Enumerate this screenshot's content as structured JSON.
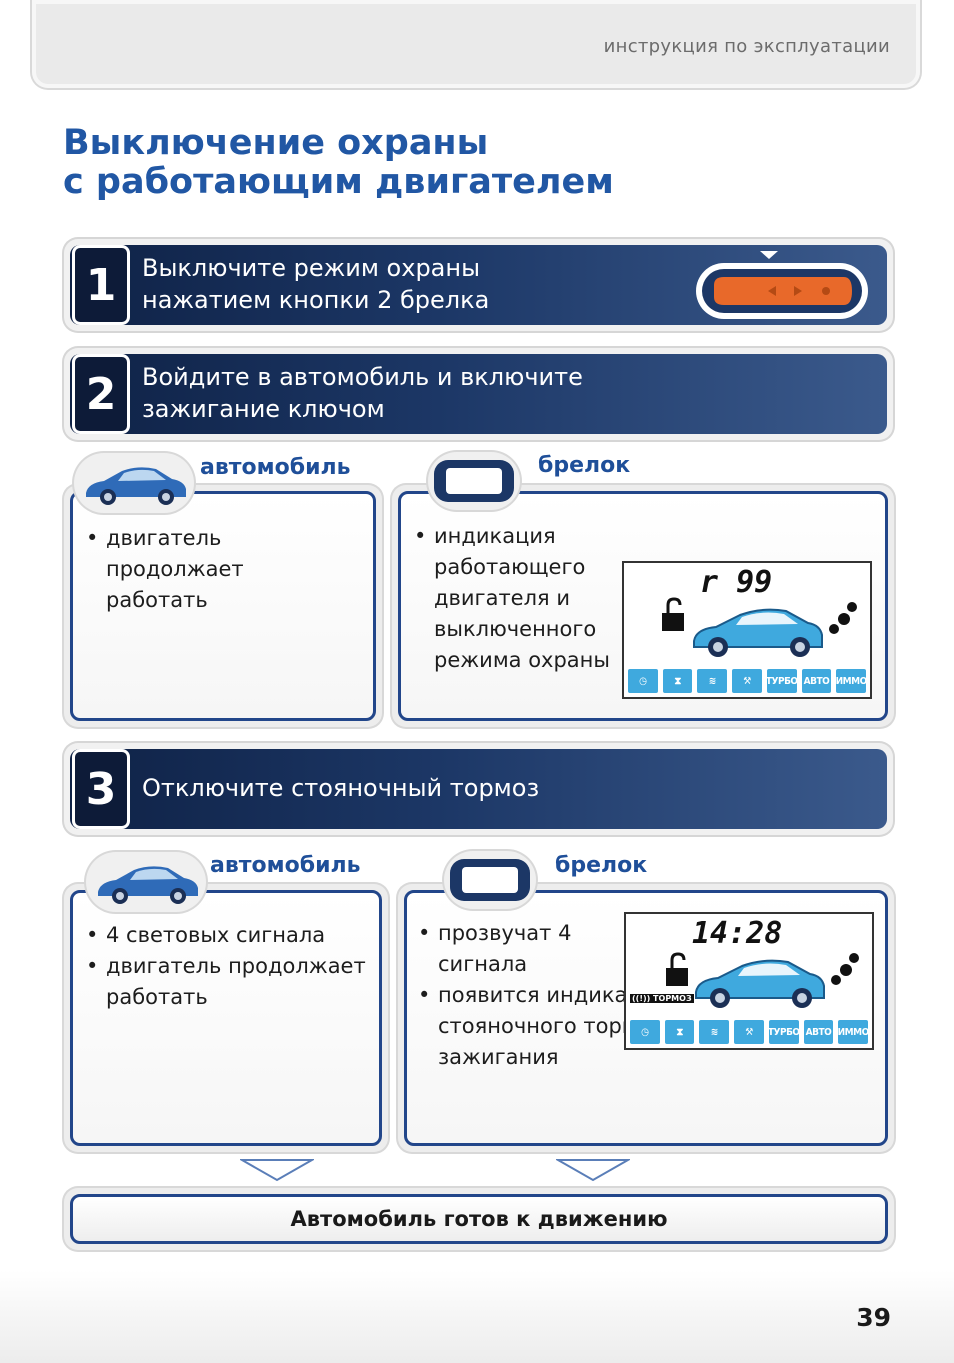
{
  "header": {
    "text": "инструкция по эксплуатации"
  },
  "title": {
    "line1": "Выключение охраны",
    "line2": "с работающим двигателем"
  },
  "steps": [
    {
      "number": "1",
      "line1": "Выключите режим охраны",
      "line2": "нажатием кнопки 2 брелка"
    },
    {
      "number": "2",
      "line1": "Войдите в автомобиль и включите",
      "line2": "зажигание ключом"
    },
    {
      "number": "3",
      "line1": "Отключите стояночный тормоз"
    }
  ],
  "section2": {
    "car_label": "автомобиль",
    "fob_label": "брелок",
    "car_bullets": [
      "двигатель продолжает работать"
    ],
    "fob_bullets": [
      "индикация работающего двигателя и выключенного режима охраны"
    ],
    "lcd_digits": "r 99"
  },
  "section3": {
    "car_label": "автомобиль",
    "fob_label": "брелок",
    "car_bullets": [
      "4 световых сигнала",
      "двигатель продолжает работать"
    ],
    "fob_bullets": [
      "прозвучат 4 сигнала",
      "появится индикация отключенного стояночного тормоза и включенного зажигания"
    ],
    "lcd_digits": "14:28",
    "lcd_brake": "((!)) ТОРМОЗ"
  },
  "lcd_icons": [
    "clock-icon",
    "hourglass-icon",
    "sensor-icon",
    "wrench-icon",
    "ТУРБО",
    "АВТО",
    "ИММО"
  ],
  "final": {
    "text": "Автомобиль готов к движению"
  },
  "page_number": "39",
  "colors": {
    "title": "#2157a4",
    "step_bg": "#1c3766",
    "accent_blue": "#3fa9de",
    "fob_button": "#e8692a"
  }
}
